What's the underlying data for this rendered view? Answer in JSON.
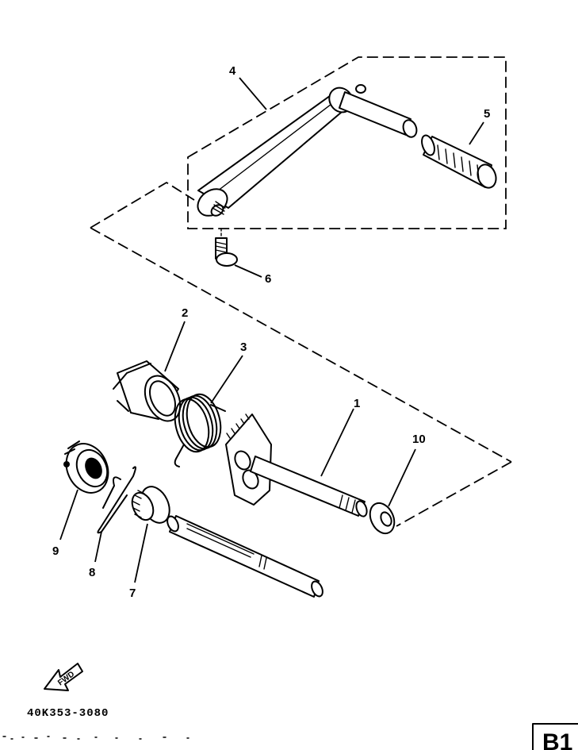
{
  "diagram": {
    "callouts": [
      {
        "id": "1",
        "label": "1"
      },
      {
        "id": "2",
        "label": "2"
      },
      {
        "id": "3",
        "label": "3"
      },
      {
        "id": "4",
        "label": "4"
      },
      {
        "id": "5",
        "label": "5"
      },
      {
        "id": "6",
        "label": "6"
      },
      {
        "id": "7",
        "label": "7"
      },
      {
        "id": "8",
        "label": "8"
      },
      {
        "id": "9",
        "label": "9"
      },
      {
        "id": "10",
        "label": "10"
      }
    ],
    "forward_arrow_text": "FWD",
    "diagram_code": "40K353-3080",
    "page_tag": "B1"
  }
}
